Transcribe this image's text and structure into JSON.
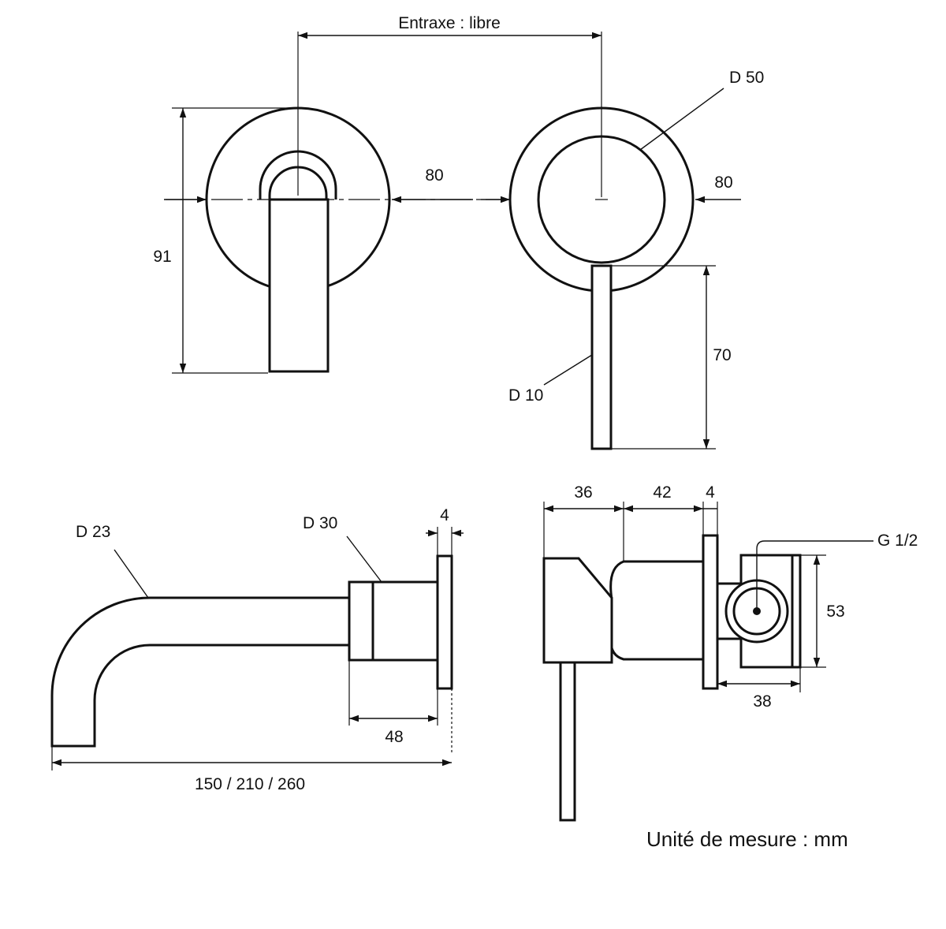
{
  "colors": {
    "line": "#111111",
    "background": "#ffffff"
  },
  "labels": {
    "entraxe": "Entraxe : libre",
    "d50": "D 50",
    "dim80_left": "80",
    "dim80_right": "80",
    "dim91": "91",
    "dim70": "70",
    "d10": "D 10",
    "d23": "D 23",
    "d30": "D 30",
    "dim4_left": "4",
    "dim48": "48",
    "dim_spout_length": "150 / 210 / 260",
    "dim36": "36",
    "dim42": "42",
    "dim4_right": "4",
    "g12": "G 1/2",
    "dim53": "53",
    "dim38": "38",
    "unit_note": "Unité de mesure : mm"
  }
}
